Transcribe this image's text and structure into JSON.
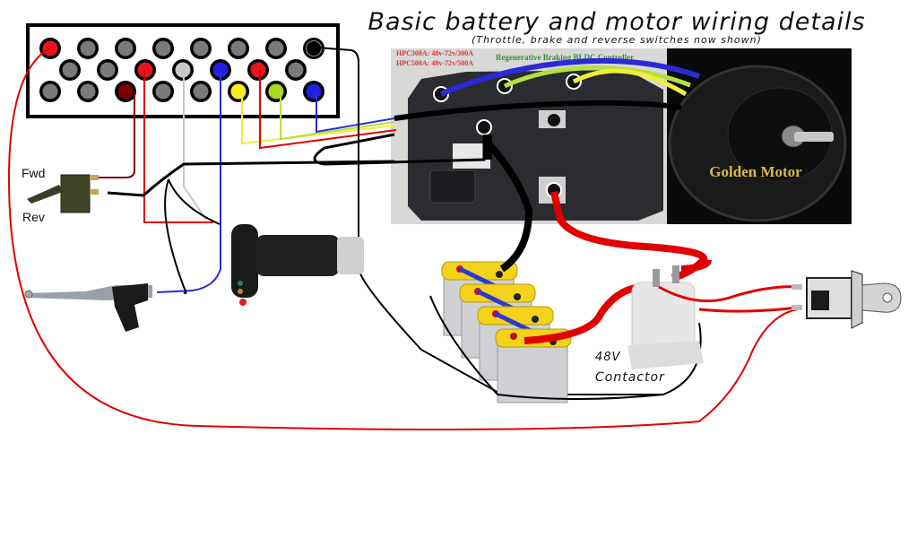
{
  "title": "Basic battery and motor wiring details",
  "subtitle": "(Throttle, brake and reverse switches now shown)",
  "controller": {
    "spec_lines": [
      "HPC300A: 48v-72v/300A",
      "HPC500A: 48v-72v/500A"
    ],
    "feature_text": "Regenerative Braking BLDC Controller"
  },
  "motor": {
    "brand_label": "Golden Motor"
  },
  "switch": {
    "fwd_label": "Fwd",
    "rev_label": "Rev"
  },
  "contactor": {
    "voltage_label": "48V",
    "name_label": "Contactor"
  },
  "connector": {
    "rows": [
      [
        "red",
        "gray",
        "gray",
        "gray",
        "gray",
        "gray",
        "gray",
        "black"
      ],
      [
        "gray",
        "gray",
        "red",
        "lightgray",
        "blue",
        "red",
        "gray"
      ],
      [
        "gray",
        "gray",
        "darkred",
        "gray",
        "gray",
        "yellow",
        "lime",
        "blue"
      ]
    ]
  },
  "colors": {
    "red": "#e8141c",
    "darkred": "#7a0000",
    "gray": "#7a7a7a",
    "lightgray": "#c8c8c8",
    "blue": "#2020e0",
    "yellow": "#f5ee20",
    "lime": "#a8d820",
    "black": "#000000",
    "wire_red": "#e00000",
    "wire_blue": "#2a2ad8",
    "wire_yellow": "#f2ec3a",
    "wire_lime": "#b4e040",
    "wire_gray": "#c8c8c8",
    "wire_darkred": "#7a0000"
  },
  "battery_count": 4
}
